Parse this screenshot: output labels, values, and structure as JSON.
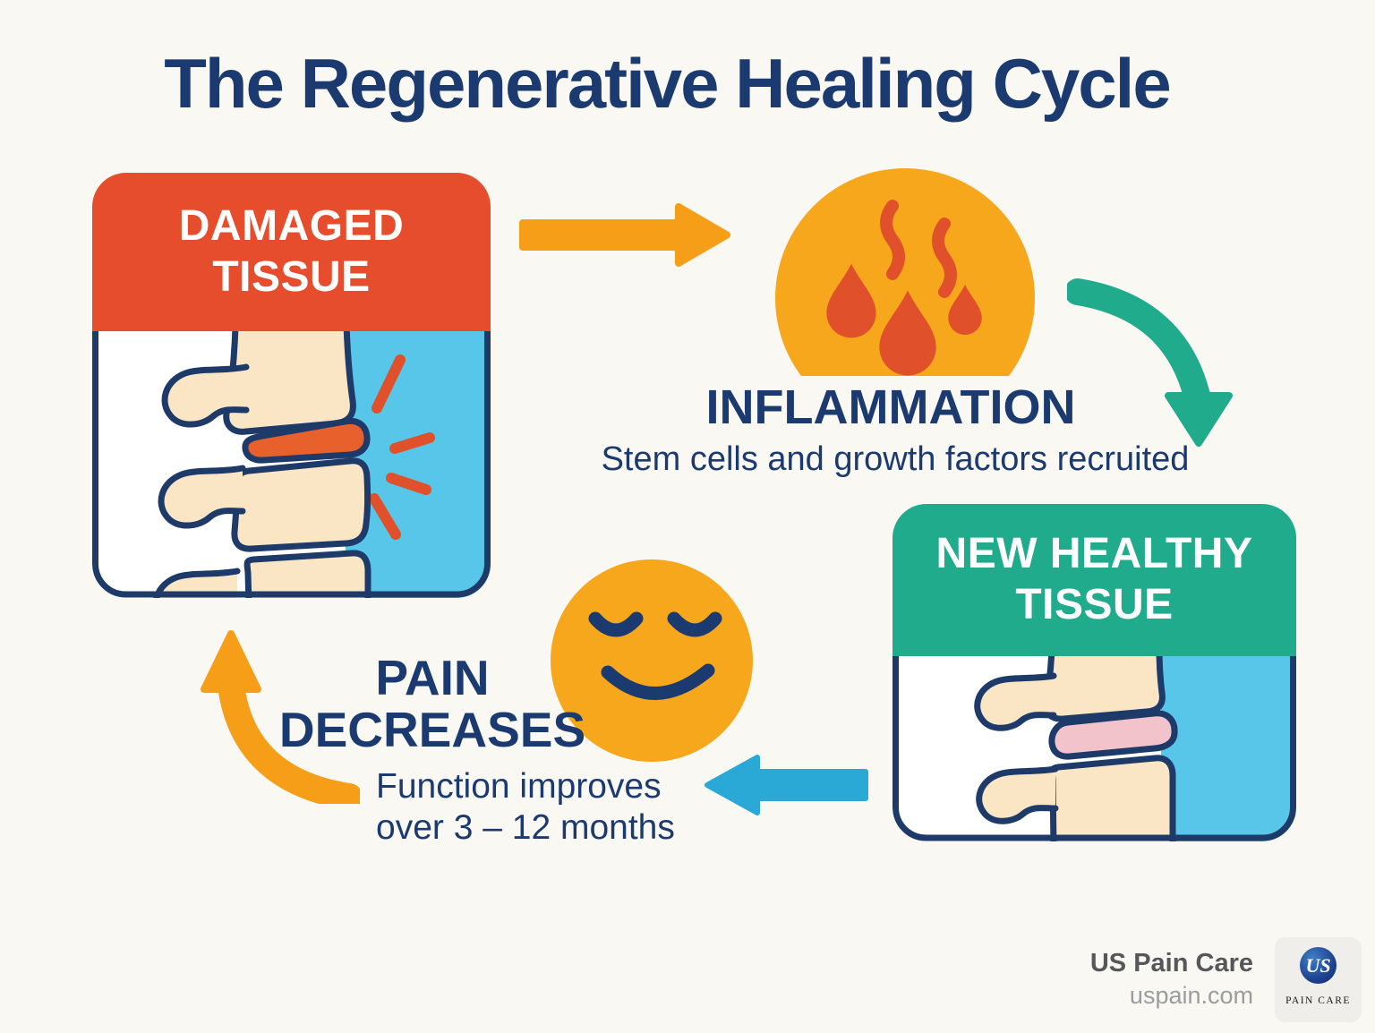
{
  "title": "The Regenerative Healing Cycle",
  "cycle": {
    "damaged_tissue": {
      "label": "DAMAGED TISSUE"
    },
    "inflammation": {
      "label": "INFLAMMATION",
      "subtitle": "Stem cells and growth factors recruited"
    },
    "new_healthy_tissue": {
      "label": "NEW HEALTHY TISSUE"
    },
    "pain_decreases": {
      "label": "PAIN DECREASES",
      "subtitle": "Function improves over 3 – 12 months"
    }
  },
  "footer": {
    "brand": "US Pain Care",
    "website": "uspain.com",
    "logo_monogram": "US",
    "logo_caption": "PAIN CARE"
  },
  "colors": {
    "navy": "#1b3a70",
    "outline_navy": "#1d3a69",
    "accent_red": "#e64d2c",
    "accent_orange": "#f79e18",
    "icon_orange": "#f7a71b",
    "accent_teal": "#21ab8d",
    "accent_sky": "#2ba9d6",
    "panel_blue": "#57c6e9",
    "bone_cream": "#fae6c5",
    "disc_damaged": "#e8602c",
    "disc_healthy": "#f2c3cb",
    "drop_red": "#e0502b",
    "background": "#faf8f3"
  }
}
